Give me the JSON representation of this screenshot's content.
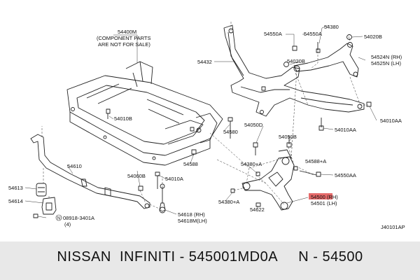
{
  "diagram": {
    "note_lines": [
      "54400M",
      "(COMPONENT PARTS",
      "ARE NOT FOR SALE)"
    ],
    "labels": {
      "l54432": "54432",
      "l54010B": "54010B",
      "l54550A_a": "54550A",
      "l54550A_b": "54550A",
      "l54380_top": "54380",
      "l54020B_a": "54020B",
      "l54020B_b": "54020B",
      "l54524N": "54524N (RH)",
      "l54525N": "54525N (LH)",
      "l54010AA_a": "54010AA",
      "l54010AA_b": "54010AA",
      "l54580": "54580",
      "l54050D": "54050D",
      "l54050B": "54050B",
      "l54588_a": "54588",
      "l54588A": "54588+A",
      "l54380A_a": "54380+A",
      "l54380A_b": "54380+A",
      "l54550AA": "54550AA",
      "l54500": "54500 (RH)",
      "l54501": "54501 (LH)",
      "l54622": "54622",
      "l54610": "54610",
      "l54060B": "54060B",
      "l54010A": "54010A",
      "l54613": "54613",
      "l54614": "54614",
      "l08918": "08918-3401A",
      "l08918q": "(4)",
      "l54618": "54618 (RH)",
      "l54618M": "54618M(LH)",
      "ref": "J40101AP"
    },
    "highlight_color": "#e05050"
  },
  "footer": {
    "text": "NISSAN  INFINITI - 545001MD0A     N - 54500"
  }
}
